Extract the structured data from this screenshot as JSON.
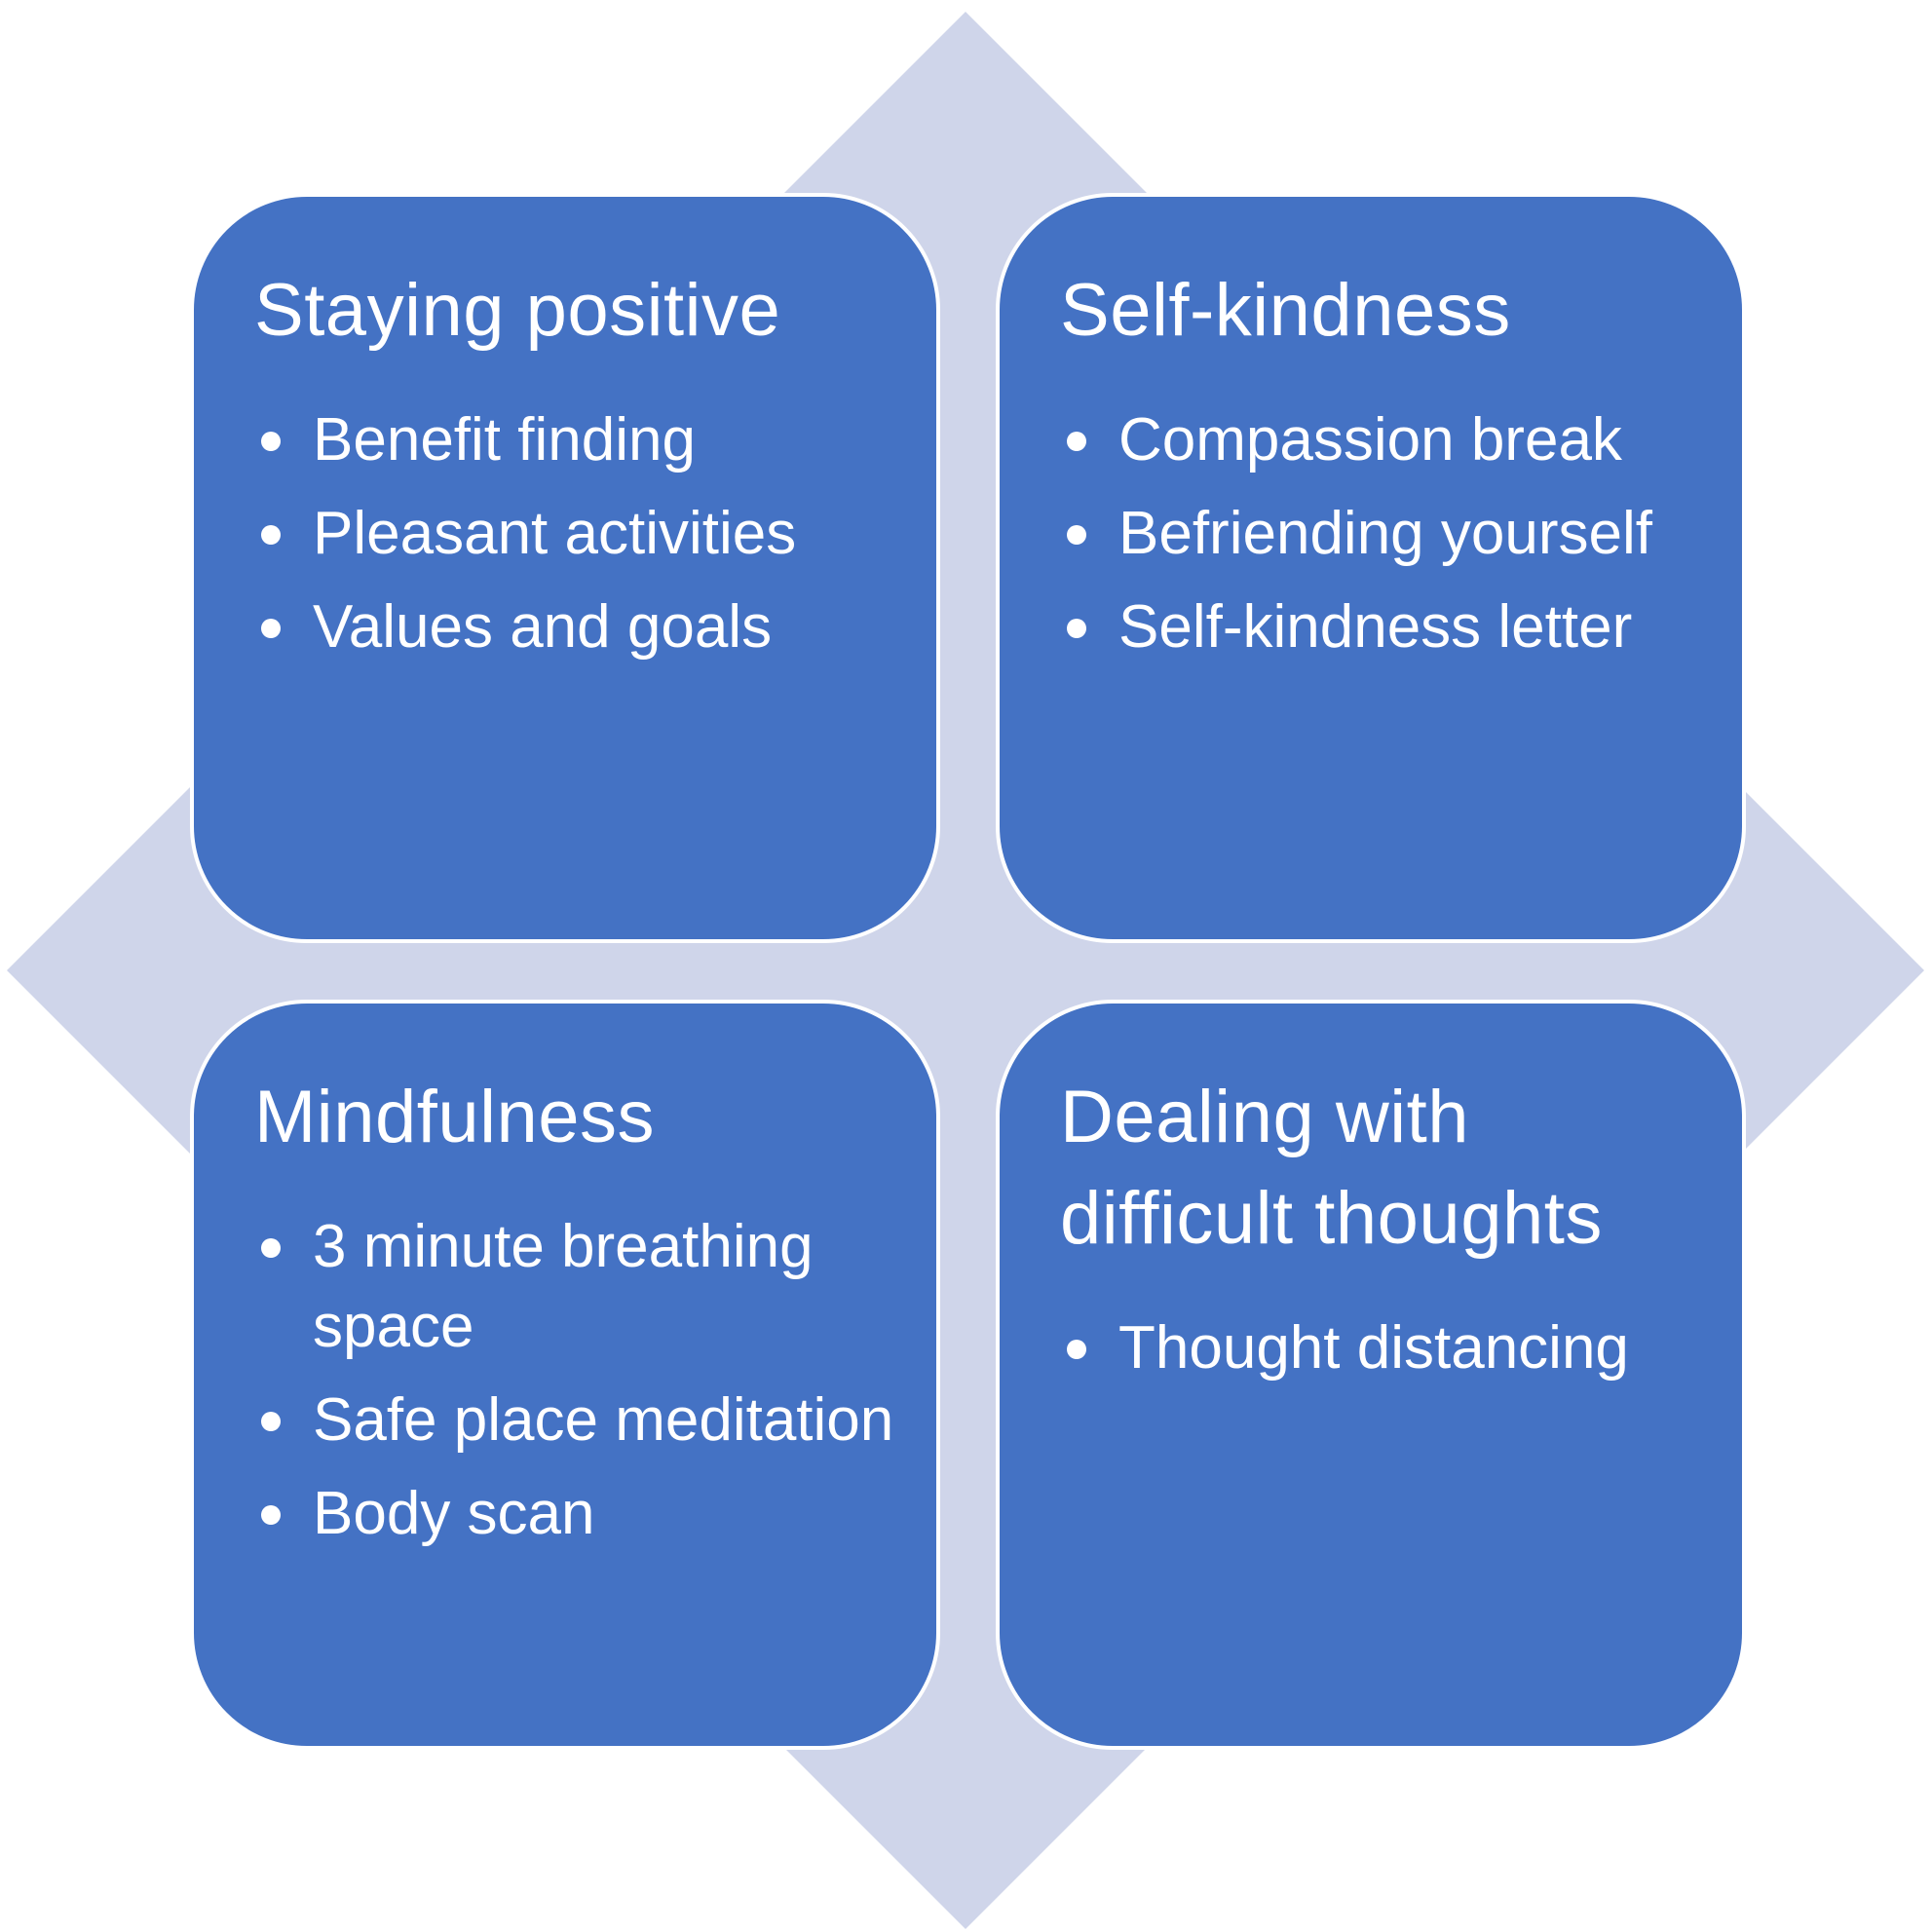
{
  "colors": {
    "diamond": "#CFD5EA",
    "card_fill": "#4472C4",
    "card_border": "#FFFFFF",
    "text": "#FFFFFF"
  },
  "cards": [
    {
      "title": "Staying positive",
      "items": [
        "Benefit finding",
        "Pleasant activities",
        "Values and goals"
      ]
    },
    {
      "title": "Self-kindness",
      "items": [
        "Compassion break",
        "Befriending yourself",
        "Self-kindness letter"
      ]
    },
    {
      "title": "Mindfulness",
      "items": [
        "3 minute breathing space",
        "Safe place meditation",
        "Body scan"
      ]
    },
    {
      "title": "Dealing with difficult thoughts",
      "items": [
        "Thought distancing"
      ]
    }
  ]
}
